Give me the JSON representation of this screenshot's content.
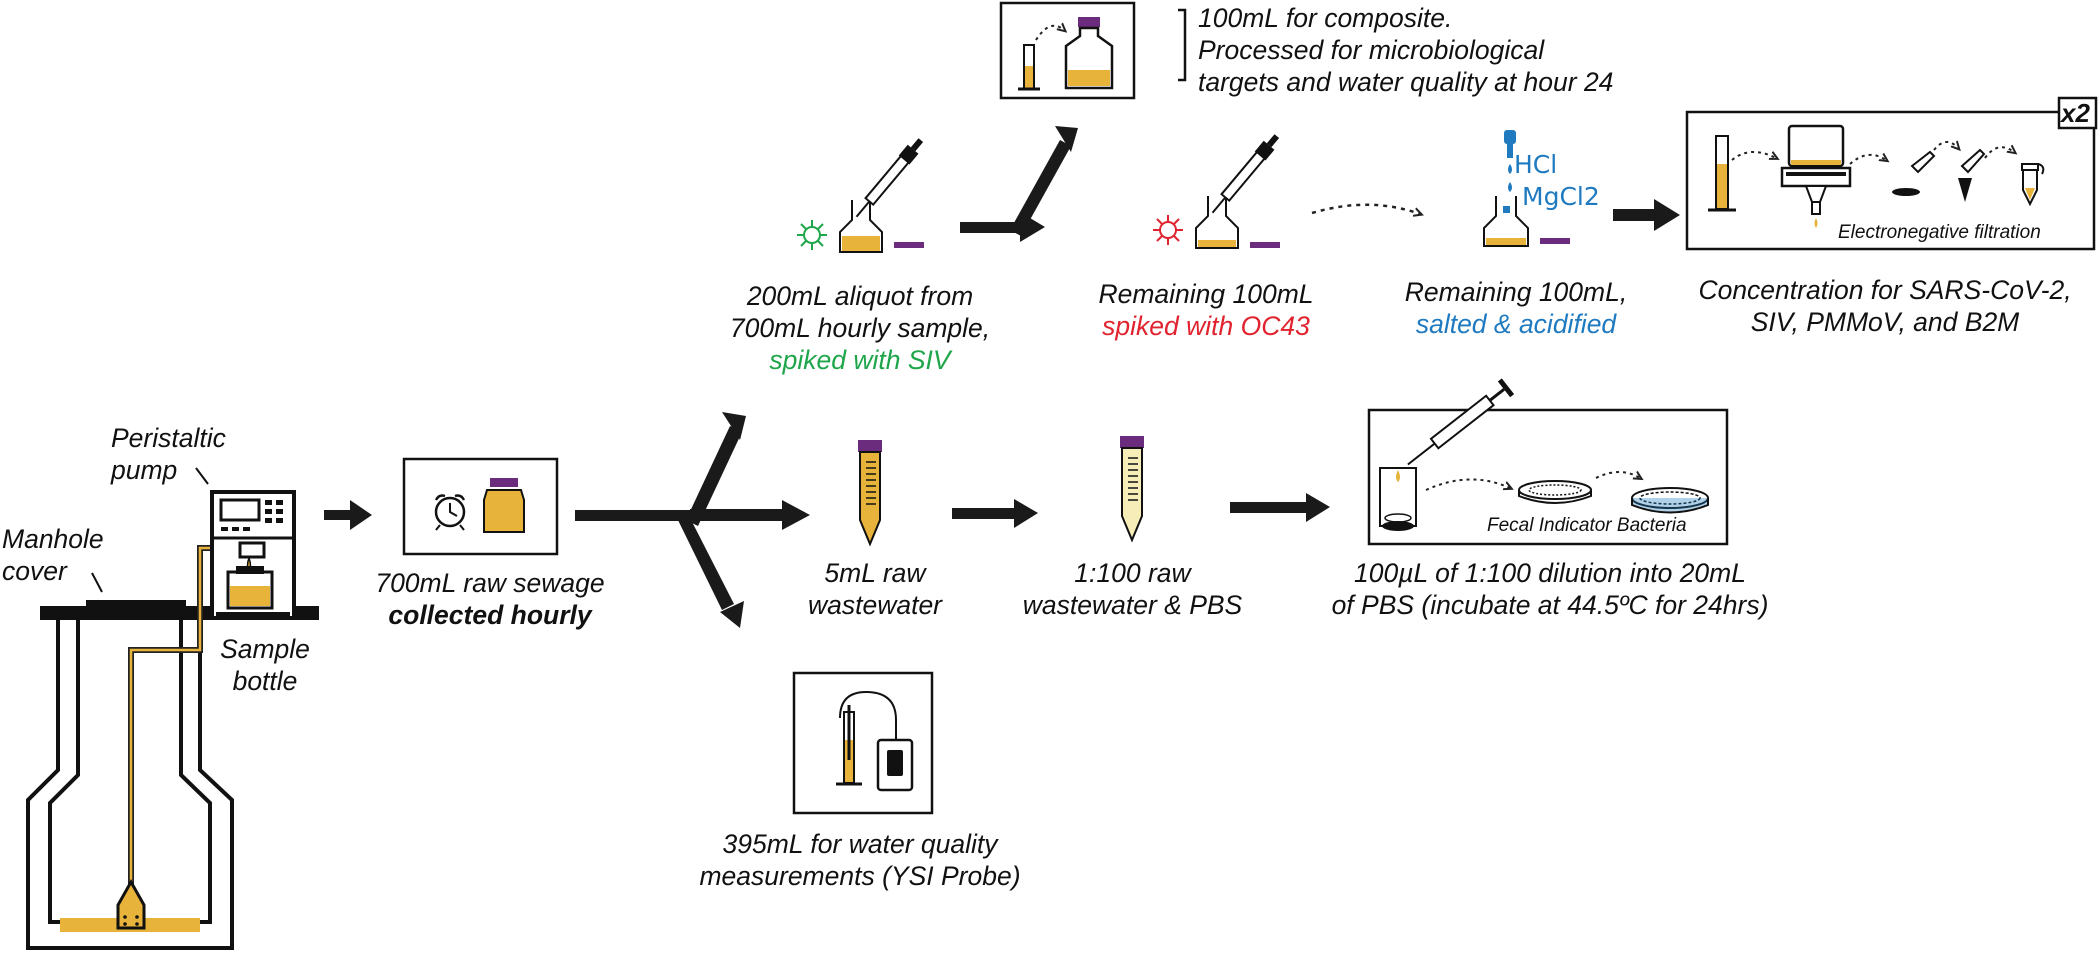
{
  "labels": {
    "peristaltic_pump": [
      "Peristaltic",
      "pump"
    ],
    "manhole_cover": [
      "Manhole",
      "cover"
    ],
    "sample_bottle": [
      "Sample",
      "bottle"
    ],
    "raw_sewage": [
      "700mL raw sewage",
      "collected hourly"
    ],
    "aliquot": [
      "200mL aliquot from",
      "700mL hourly sample,",
      "spiked with SIV"
    ],
    "composite": [
      "100mL for composite.",
      "Processed for microbiological",
      "targets and water quality at hour 24"
    ],
    "remaining_oc43": [
      "Remaining 100mL",
      "spiked with OC43"
    ],
    "remaining_salted": [
      "Remaining 100mL,",
      "salted & acidified"
    ],
    "concentration": [
      "Concentration for SARS-CoV-2,",
      "SIV, PMMoV, and B2M"
    ],
    "raw_5ml": [
      "5mL raw",
      "wastewater"
    ],
    "dilution": [
      "1:100 raw",
      "wastewater & PBS"
    ],
    "fib_incubation": [
      "100µL of 1:100 dilution into 20mL",
      "of PBS (incubate at 44.5ºC for 24hrs)"
    ],
    "ysi": [
      "395mL for water quality",
      "measurements (YSI Probe)"
    ]
  },
  "chemicals": {
    "hcl": "HCl",
    "mgcl2": "MgCl2"
  },
  "box_labels": {
    "electronegative": "Electronegative filtration",
    "fib": "Fecal Indicator Bacteria",
    "replicate": "x2"
  },
  "colors": {
    "sewage": "#e8b33a",
    "cap": "#6b2c7e",
    "siv": "#1fa64a",
    "oc43": "#e0232e",
    "acid": "#1f7ac0",
    "arrow": "#1a1a1a"
  }
}
